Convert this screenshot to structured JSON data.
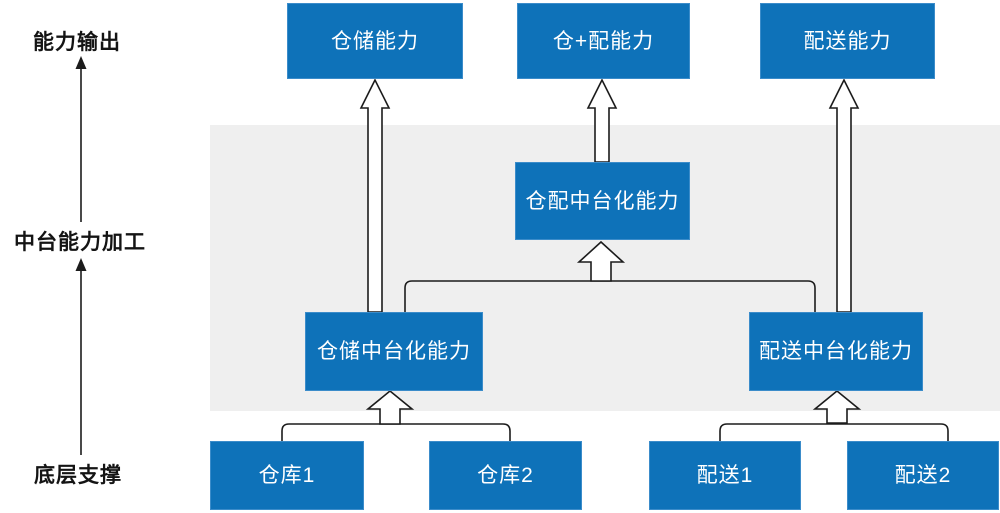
{
  "colors": {
    "box_fill": "#0e72b9",
    "box_border": "#3b8cca",
    "band_gray": "#efefef",
    "line_black": "#1c1c1c",
    "box_text": "#ffffff",
    "label_text": "#141414"
  },
  "side_labels": {
    "output": "能力输出",
    "processing": "中台能力加工",
    "foundation": "底层支撑"
  },
  "nodes": {
    "top": [
      {
        "label": "仓储能力"
      },
      {
        "label": "仓+配能力"
      },
      {
        "label": "配送能力"
      }
    ],
    "middle_center": {
      "label": "仓配中台化能力"
    },
    "middle_left": {
      "label": "仓储中台化能力"
    },
    "middle_right": {
      "label": "配送中台化能力"
    },
    "bottom": [
      {
        "label": "仓库1"
      },
      {
        "label": "仓库2"
      },
      {
        "label": "配送1"
      },
      {
        "label": "配送2"
      }
    ]
  }
}
